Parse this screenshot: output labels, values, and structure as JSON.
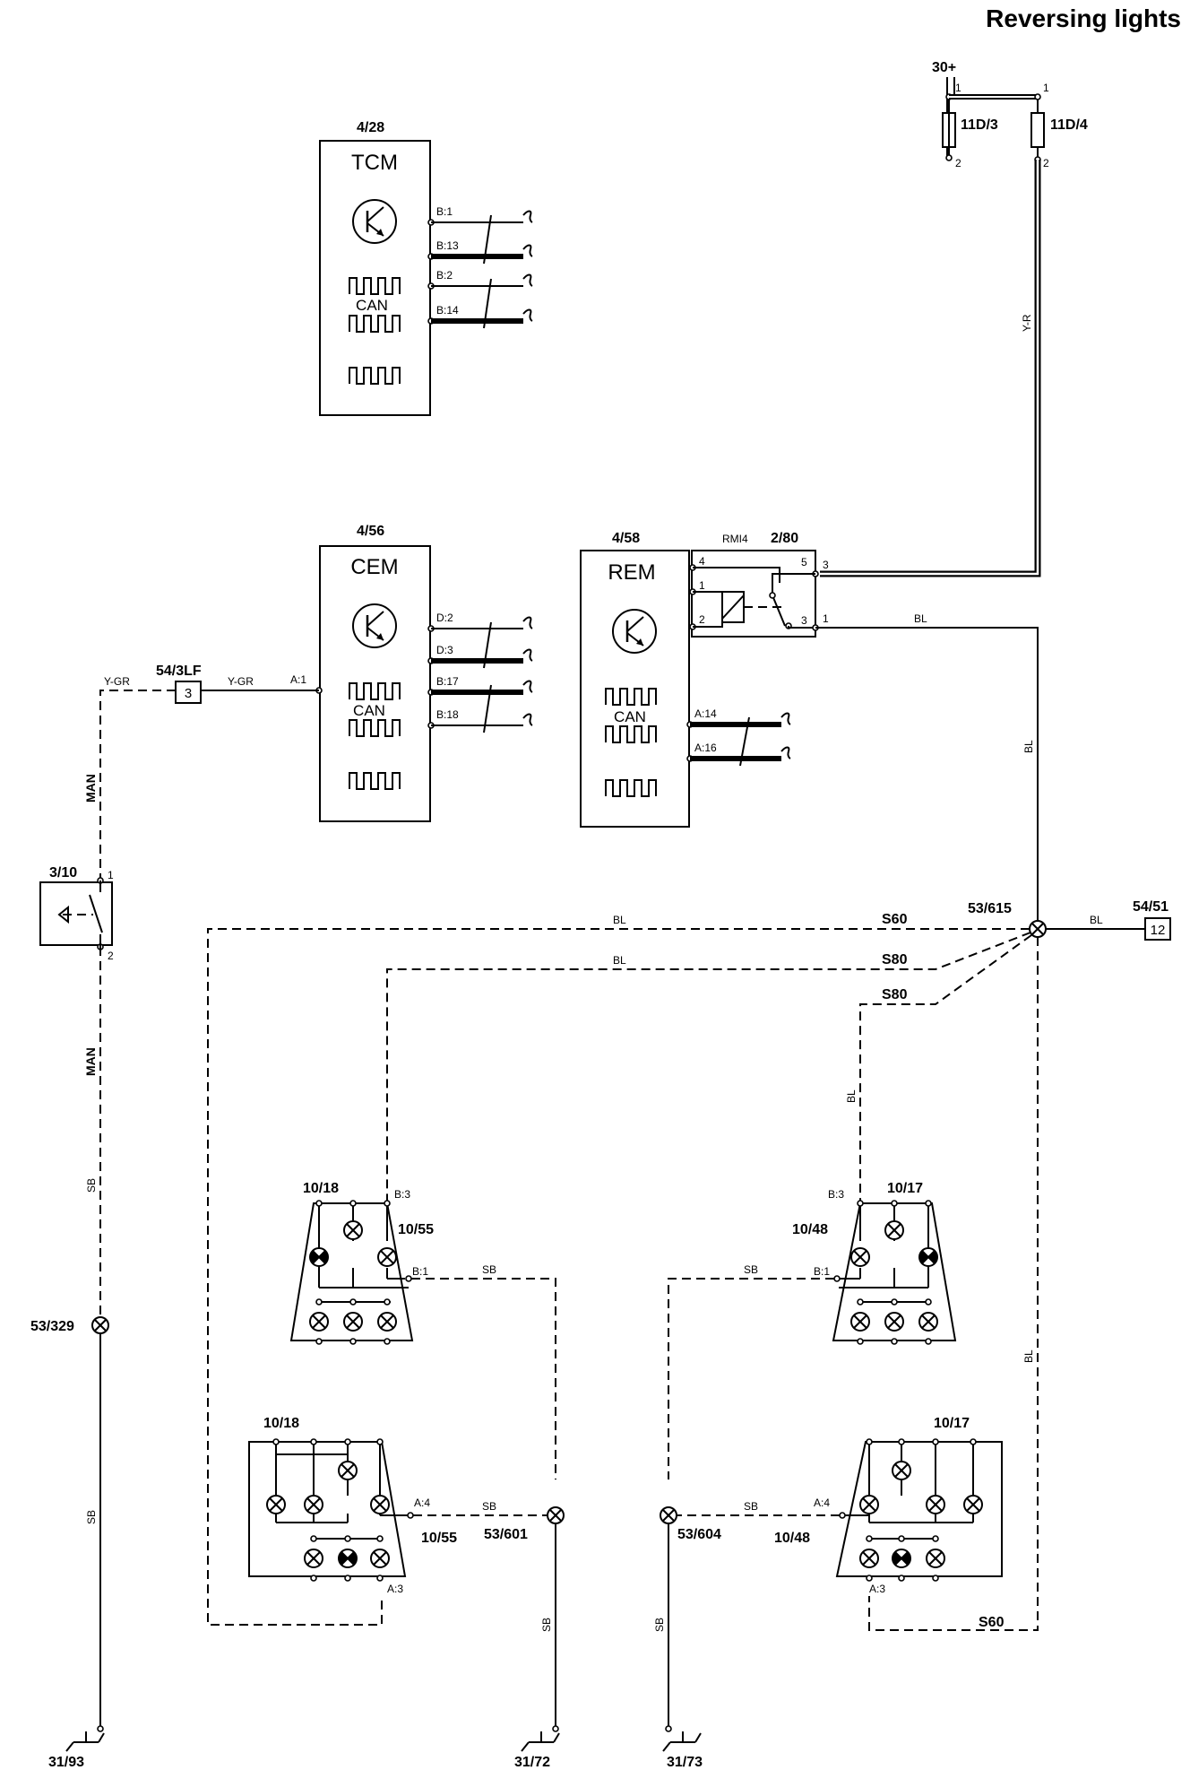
{
  "title": "Reversing lights",
  "components": {
    "tcm": {
      "ref": "4/28",
      "name": "TCM",
      "can": "CAN",
      "pins": [
        "B:1",
        "B:13",
        "B:2",
        "B:14"
      ]
    },
    "cem": {
      "ref": "4/56",
      "name": "CEM",
      "can": "CAN",
      "pins": [
        "D:2",
        "D:3",
        "B:17",
        "B:18"
      ],
      "input_pin": "A:1"
    },
    "rem": {
      "ref": "4/58",
      "name": "REM",
      "can": "CAN",
      "pins": [
        "A:14",
        "A:16"
      ]
    },
    "relay": {
      "ref": "2/80",
      "label": "RMI4",
      "pins": [
        "4",
        "1",
        "2",
        "5",
        "3",
        "3",
        "1"
      ]
    },
    "switch": {
      "ref": "3/10",
      "pins": [
        "1",
        "2"
      ]
    },
    "connector_left": {
      "ref": "54/3LF",
      "pin": "3"
    },
    "connector_right": {
      "ref": "54/51",
      "pin": "12"
    },
    "supply": {
      "ref": "30+",
      "fuses": [
        "11D/3",
        "11D/4"
      ],
      "pins": [
        "1",
        "2",
        "1",
        "2"
      ]
    }
  },
  "wire_colors": {
    "yellow_grey": "Y-GR",
    "yellow_red": "Y-R",
    "blue": "BL",
    "black": "SB"
  },
  "wire_tags": {
    "manual": "MAN",
    "s60": "S60",
    "s80": "S80"
  },
  "splices": {
    "center": "53/615",
    "left": "53/329",
    "bl_left": "53/601",
    "bl_right": "53/604"
  },
  "grounds": {
    "left": "31/93",
    "mid": "31/72",
    "right": "31/73"
  },
  "lamps": {
    "upper_left": {
      "refs": [
        "10/18",
        "10/55"
      ],
      "pins": [
        "B:3",
        "B:1"
      ]
    },
    "upper_right": {
      "refs": [
        "10/17",
        "10/48"
      ],
      "pins": [
        "B:3",
        "B:1"
      ]
    },
    "lower_left": {
      "refs": [
        "10/18",
        "10/55"
      ],
      "pins": [
        "A:4",
        "A:3"
      ]
    },
    "lower_right": {
      "refs": [
        "10/17",
        "10/48"
      ],
      "pins": [
        "A:4",
        "A:3"
      ]
    }
  }
}
